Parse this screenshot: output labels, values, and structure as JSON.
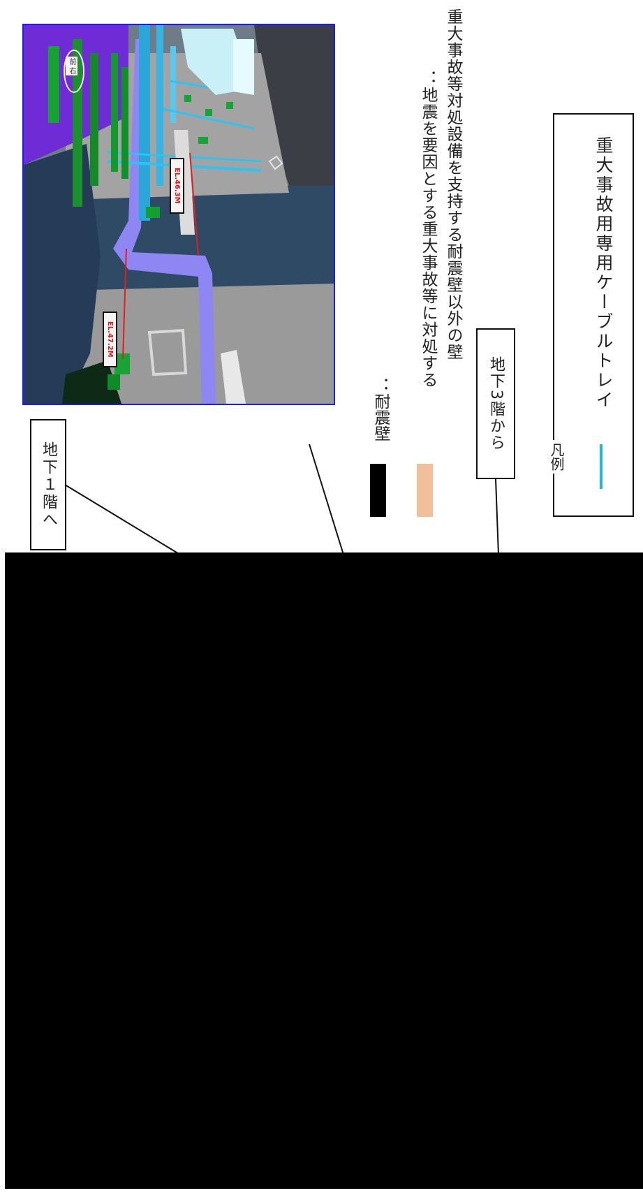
{
  "render_view": {
    "labels": {
      "el_1": "EL.47.2M",
      "el_2": "EL.46.3M",
      "corner_tag": "前 右"
    }
  },
  "callouts": {
    "to_b1f": "地下１階へ",
    "from_b3f": "地下3階から"
  },
  "legend_keys": {
    "seismic_wall": {
      "label": "：耐震壁",
      "color": "#000000"
    },
    "support_wall": {
      "label_line1": "：地震を要因とする重大事故等に対処する",
      "label_line2": "重大事故等対処設備を支持する耐震壁以外の壁",
      "color": "#f2bf9b"
    }
  },
  "legend": {
    "title": "凡例",
    "item": {
      "label": "重大事故用専用ケーブルトレイ",
      "color": "#1fb6ea"
    }
  },
  "colors": {
    "render_border": "#1a1aff",
    "redacted_area": "#000000"
  }
}
